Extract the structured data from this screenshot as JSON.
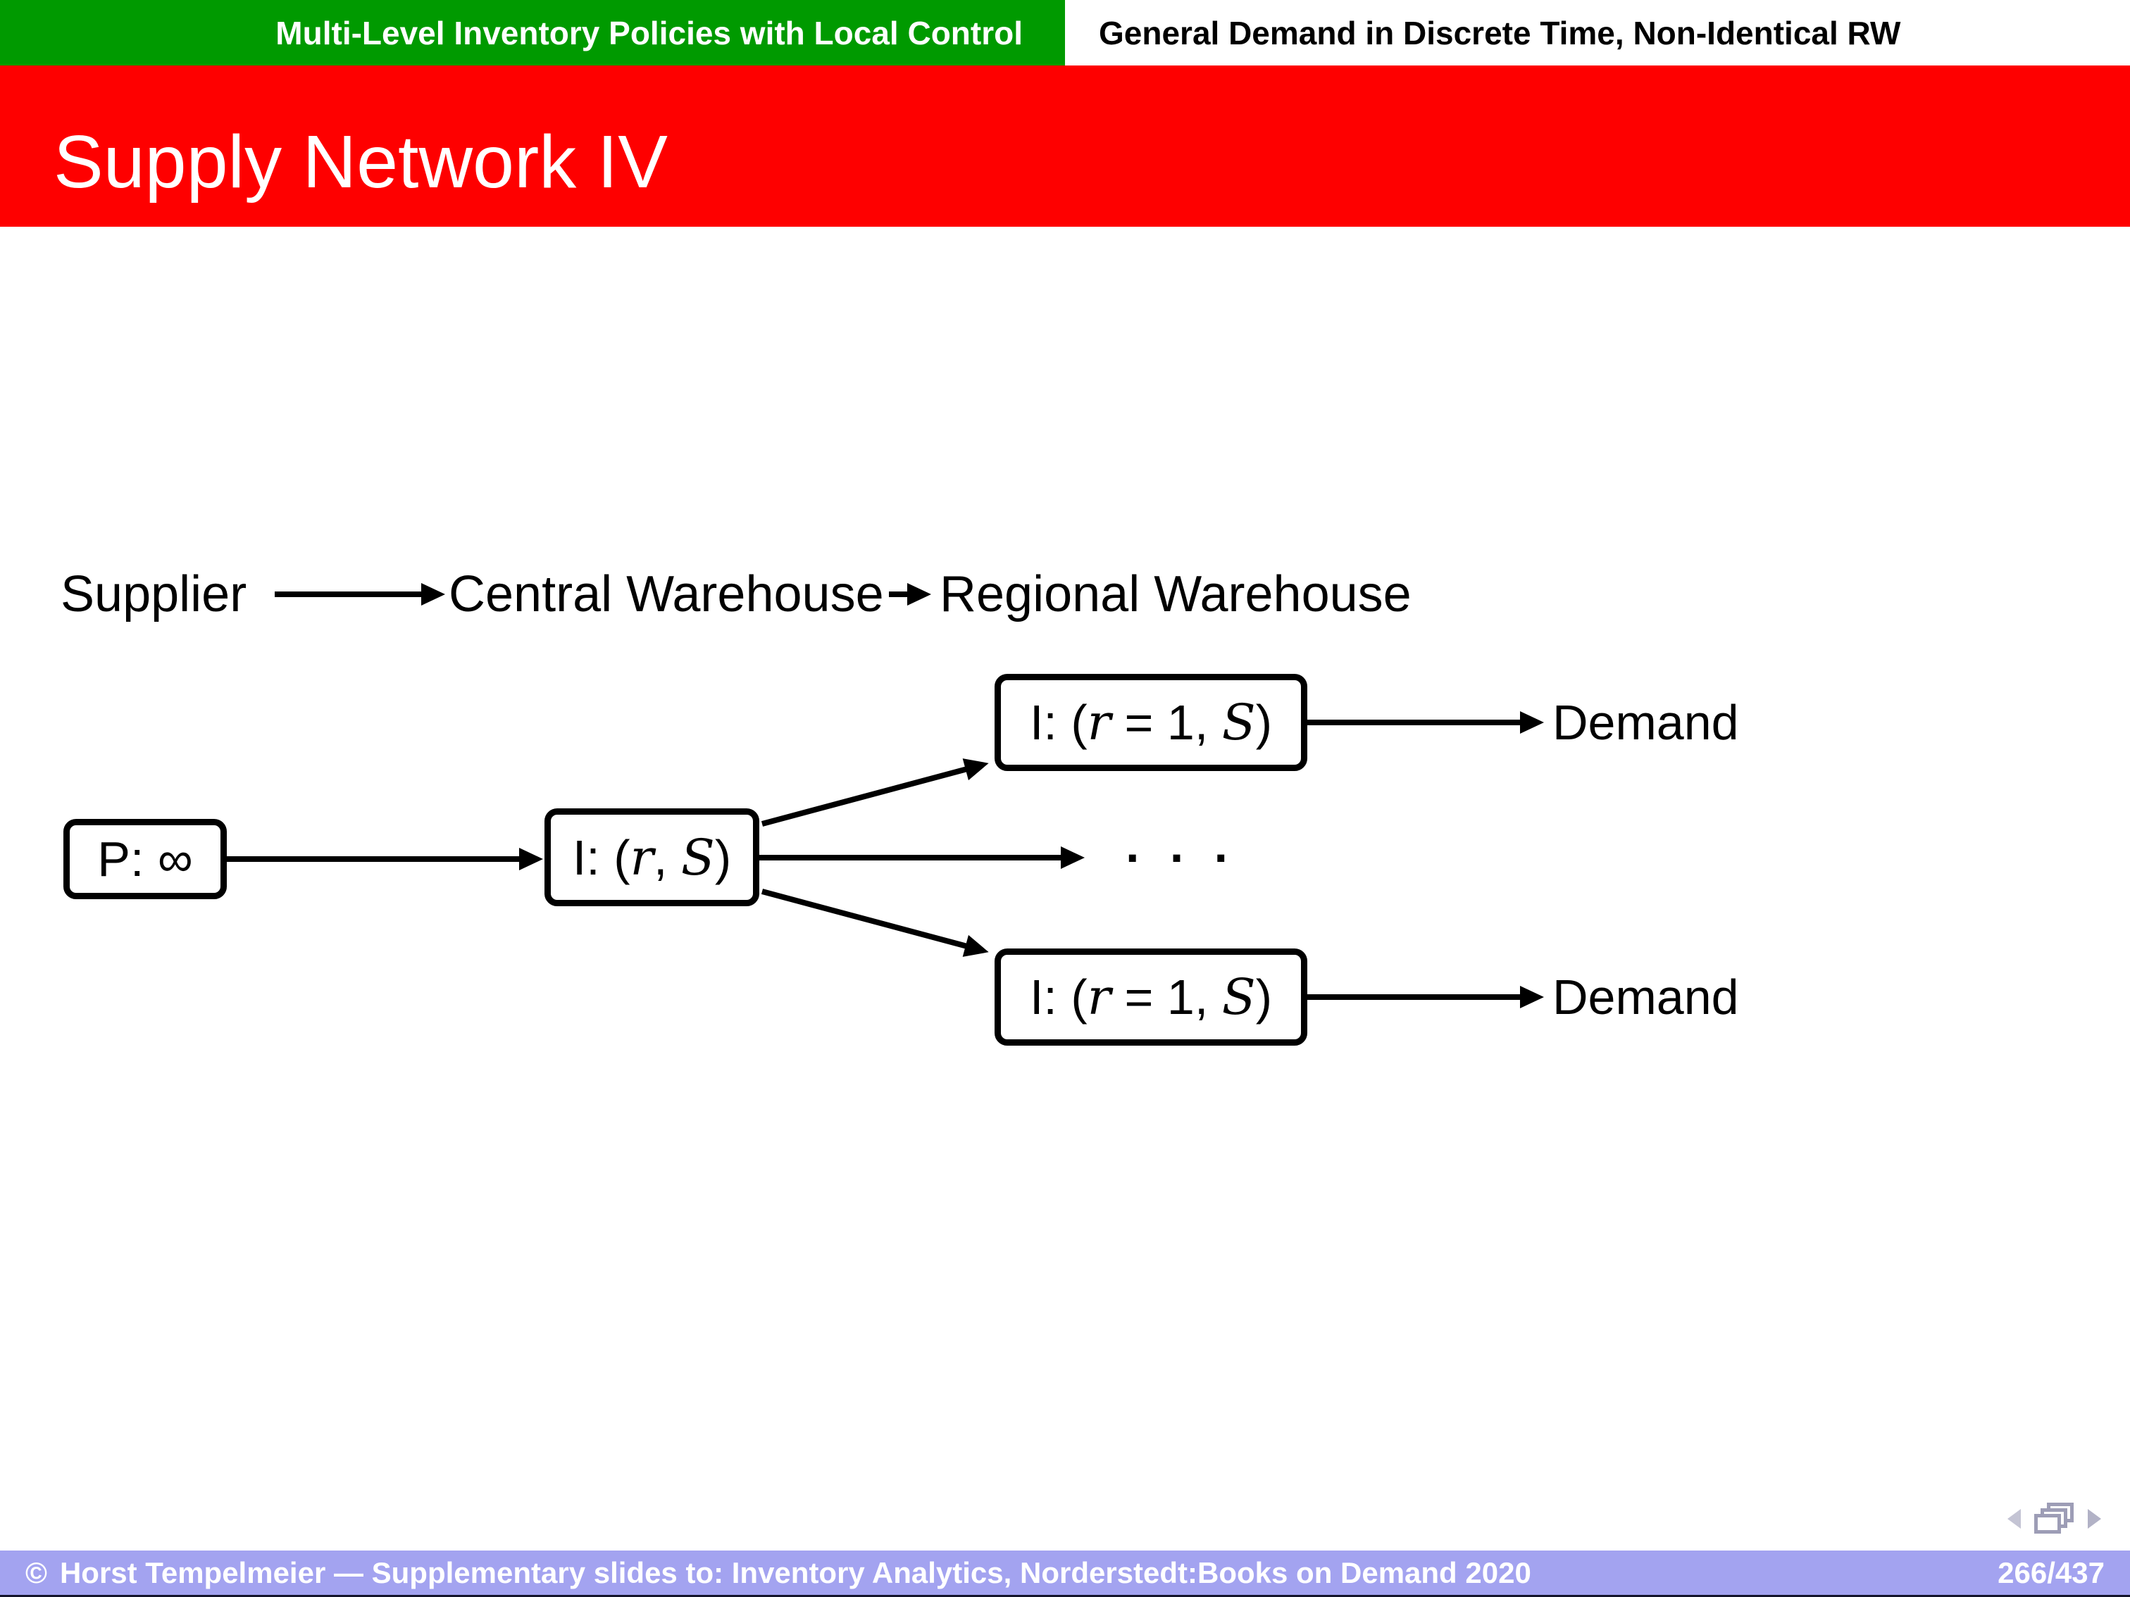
{
  "header": {
    "left_title": "Multi-Level Inventory Policies with Local Control",
    "right_title": "General Demand in Discrete Time, Non-Identical RW"
  },
  "frame": {
    "title": "Supply Network IV"
  },
  "diagram": {
    "row_labels": {
      "supplier": "Supplier",
      "central_warehouse": "Central Warehouse",
      "regional_warehouse": "Regional Warehouse"
    },
    "nodes": {
      "plant": {
        "pre": "P: ",
        "sym": "∞"
      },
      "central": {
        "pre": "I: (",
        "v1": "r",
        "sep": ", ",
        "v2": "S",
        "post": ")"
      },
      "regional_top": {
        "pre": "I: (",
        "v1": "r",
        "mid": " = 1, ",
        "v2": "S",
        "post": ")"
      },
      "regional_bottom": {
        "pre": "I: (",
        "v1": "r",
        "mid": " = 1, ",
        "v2": "S",
        "post": ")"
      }
    },
    "ellipsis": "· · ·",
    "demand_top": "Demand",
    "demand_bottom": "Demand"
  },
  "footer": {
    "copyright": "©",
    "attribution": "Horst Tempelmeier — Supplementary slides to: Inventory Analytics, Norderstedt:Books on Demand 2020",
    "page_indicator": "266/437"
  },
  "nav": {
    "back_icon": "left-triangle",
    "frames_icon": "stacked-frames",
    "forward_icon": "right-triangle"
  },
  "colors": {
    "header_green": "#009a00",
    "title_red": "#fe0000",
    "footer_lavender": "#a3a3f0",
    "diagram_ink": "#000000"
  }
}
